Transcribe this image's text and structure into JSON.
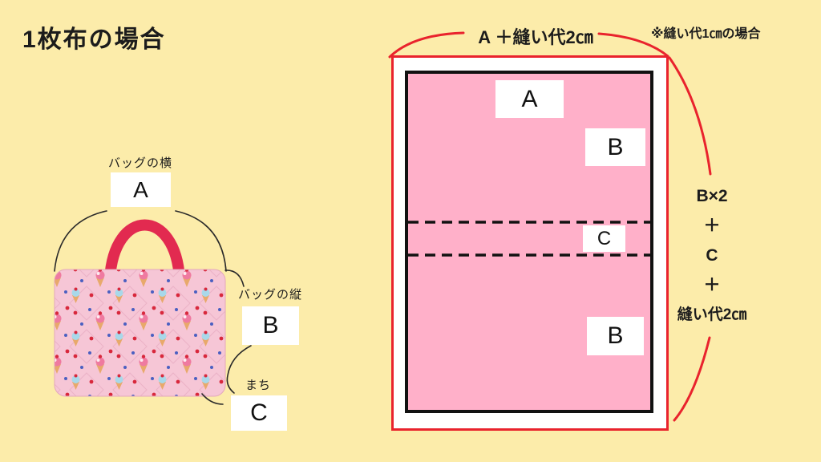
{
  "slide": {
    "title": "1枚布の場合",
    "background_color": "#FCECAA"
  },
  "bag_figure": {
    "width_label": "バッグの横",
    "width_letter": "A",
    "height_label": "バッグの縦",
    "height_letter": "B",
    "gusset_label": "まち",
    "gusset_letter": "C"
  },
  "cut_diagram": {
    "top_formula": "A ＋縫い代2㎝",
    "note": "※縫い代1㎝の場合",
    "panel_label_top": "A",
    "panel_label_side": "B",
    "panel_label_gusset": "C",
    "panel_label_bottom": "B",
    "right_formula_lines": [
      "B×2",
      "＋",
      "C",
      "＋",
      "縫い代2㎝"
    ],
    "colors": {
      "seam_allowance_red": "#E9232D",
      "fabric_pink": "#FFB0C9",
      "fold_line_black": "#111111",
      "bag_fabric_pink": "#F6C6D6",
      "handle_red": "#E22A50"
    }
  }
}
